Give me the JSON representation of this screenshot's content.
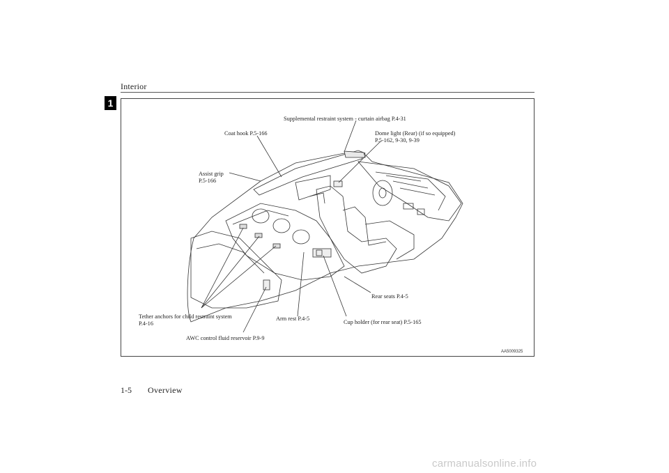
{
  "header": {
    "title": "Interior",
    "chapter_number": "1"
  },
  "figure": {
    "callouts": {
      "curtain_airbag": "Supplemental restraint system - curtain airbag P.4-31",
      "coat_hook": "Coat hook P.5-166",
      "dome_light_line1": "Dome light (Rear) (if so equipped)",
      "dome_light_line2": "P.5-162, 9-30, 9-39",
      "assist_grip_line1": "Assist grip",
      "assist_grip_line2": "P.5-166",
      "rear_seats": "Rear seats P.4-5",
      "tether_line1": "Tether anchors for child restraint system",
      "tether_line2": "P.4-16",
      "arm_rest": "Arm rest P.4-5",
      "cup_holder": "Cup holder (for rear seat) P.5-165",
      "awc_reservoir": "AWC control fluid reservoir P.9-9"
    },
    "figure_code": "AA5009325"
  },
  "footer": {
    "page_number": "1-5",
    "section": "Overview"
  },
  "watermark": "carmanualsonline.info"
}
